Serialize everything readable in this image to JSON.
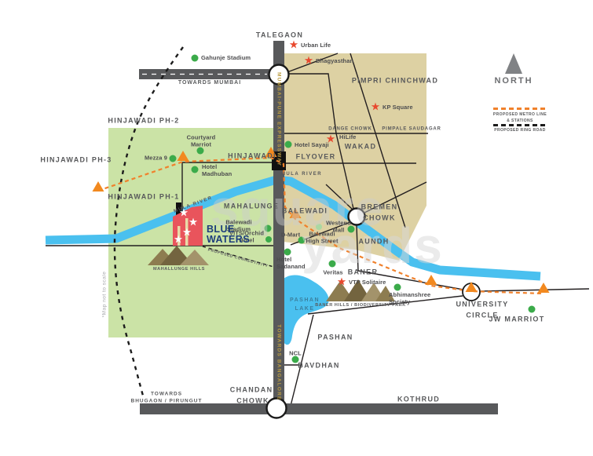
{
  "compass": {
    "label": "NORTH"
  },
  "legend": {
    "metro_label": "PROPOSED METRO LINE\n& STATIONS",
    "ring_label": "PROPOSED RING ROAD"
  },
  "disclaimer": "*Map not to scale",
  "watermark": {
    "line1": "square",
    "line2": "yards"
  },
  "project": {
    "name": "BLUE\nWATERS"
  },
  "regions": {
    "talegaon": "TALEGAON",
    "pimpri_chinchwad": "PIMPRI CHINCHWAD",
    "wakad": "WAKAD",
    "dange_chowk": "DANGE CHOWK",
    "pimpale_saudagar": "PIMPALE SAUDAGAR",
    "hinjawadi_ph2": "HINJAWADI PH-2",
    "hinjawadi_ph3": "HINJAWADI PH-3",
    "hinjawadi_ph1": "HINJAWADI PH-1",
    "hinjawadi": "HINJAWADI",
    "flyover": "FLYOVER",
    "mahalunge": "MAHALUNGE",
    "balewadi": "BALEWADI",
    "bremen_chowk": "BREMEN\nCHOWK",
    "aundh": "AUNDH",
    "baner": "BANER",
    "pashan": "PASHAN",
    "bavdhan": "BAVDHAN",
    "kothrud": "KOTHRUD",
    "chandani_chowk": "CHANDANI\nCHOWK",
    "university_circle": "UNIVERSITY\nCIRCLE",
    "jw_marriot": "JW MARRIOT",
    "pashan_lake": "PASHAN\nLAKE"
  },
  "pois": {
    "urban_life": "Urban Life",
    "bhagyasthan": "Bhagyasthan",
    "kp_square": "KP Square",
    "hilife": "HiLife",
    "hotel_sayaji": "Hotel Sayaji",
    "gahunje_stadium": "Gahunje Stadium",
    "courtyard_marriot": "Courtyard\nMarriot",
    "mezza9": "Mezza 9",
    "hotel_madhuban": "Hotel\nMadhuban",
    "balewadi_stadium": "Balewadi\nStadium",
    "vits_orchid": "VITS/Orchid\nHotel",
    "dmart": "D-Mart",
    "balewadi_high_street": "Balewadi\nHigh Street",
    "westend_mall": "Westend\nMall",
    "hotel_sadanand": "Hotel\nSadanand",
    "veritas": "Veritas",
    "vtp_solitaire": "VTP Solitaire",
    "abhimanshree_society": "Abhimanshree\nSociety",
    "ncl": "NCL"
  },
  "nature": {
    "mahallunge_hills": "MAHALLUNGE HILLS",
    "baner_hills": "BANER HILLS / BIODIVERSITY PARK",
    "mula_river_left": "MULA RIVER",
    "mula_river_right": "MULA  RIVER"
  },
  "road_labels": {
    "towards_mumbai": "TOWARDS MUMBAI",
    "mumbai_pune_expressway": "MUMBAI-PUNE EXPRESSWAY",
    "towards_bangalore": "TOWARDS BANGALORE",
    "towards_bhugaon": "TOWARDS\nBHUGAON / PIRUNGUT",
    "proposed_connectivity": "PROPOSED CONNECTIVITY"
  },
  "colors": {
    "green_zone": "#cbe3a6",
    "beige_zone": "#ddd1a3",
    "river_blue": "#4ac0ef",
    "road_gray": "#58595b",
    "metro_orange": "#f0812c",
    "station_orange": "#f2891f",
    "star_red": "#e8492e",
    "poi_dot_green": "#3bab4a",
    "project_red": "#e9545c",
    "project_navy": "#1d3d7c",
    "gold_text": "#bb9c42"
  }
}
